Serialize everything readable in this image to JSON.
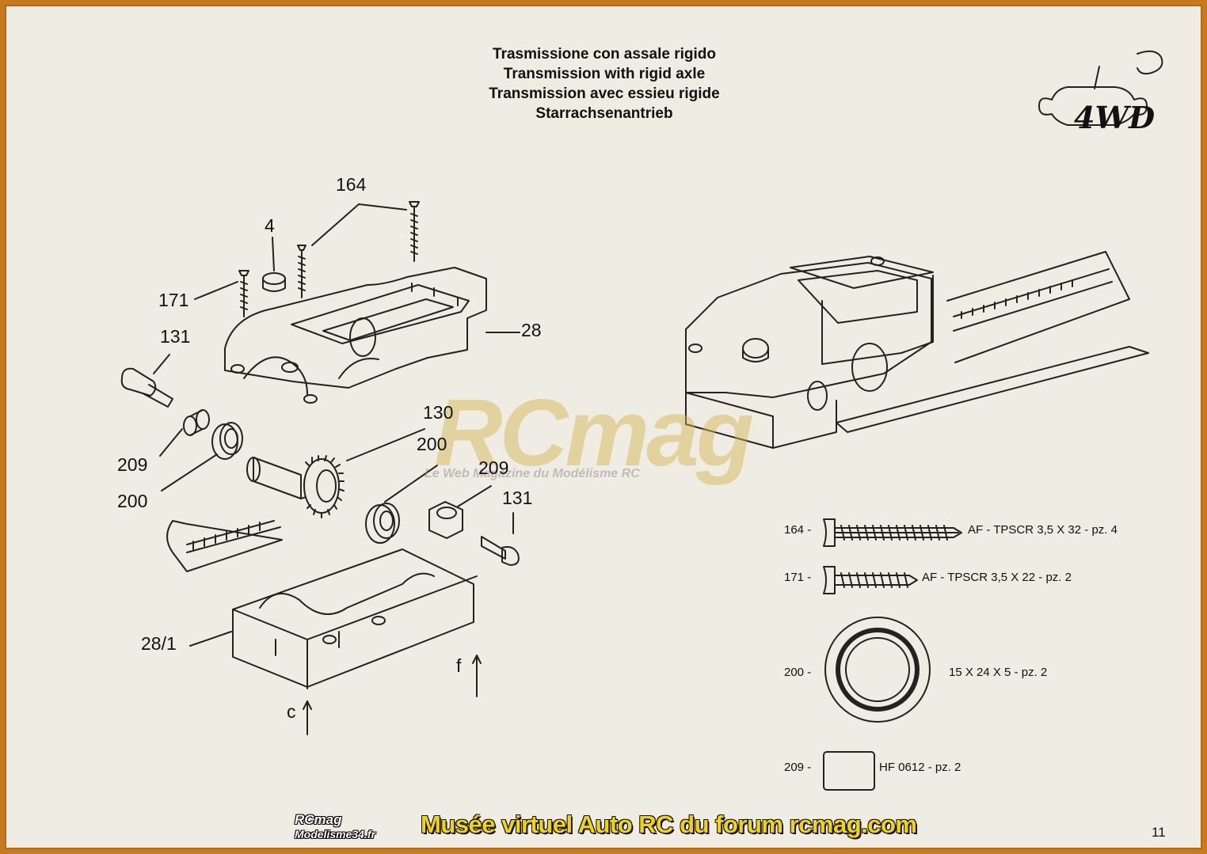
{
  "title": {
    "it": "Trasmissione con assale rigido",
    "en": "Transmission with rigid axle",
    "fr": "Transmission avec essieu rigide",
    "de": "Starrachsenantrieb"
  },
  "badge": {
    "text": "4WD"
  },
  "callouts": [
    {
      "id": "164",
      "label": "164"
    },
    {
      "id": "4",
      "label": "4"
    },
    {
      "id": "171",
      "label": "171"
    },
    {
      "id": "131a",
      "label": "131"
    },
    {
      "id": "28",
      "label": "28"
    },
    {
      "id": "130",
      "label": "130"
    },
    {
      "id": "200a",
      "label": "200"
    },
    {
      "id": "209a",
      "label": "209"
    },
    {
      "id": "209b",
      "label": "209"
    },
    {
      "id": "131b",
      "label": "131"
    },
    {
      "id": "200b",
      "label": "200"
    },
    {
      "id": "281",
      "label": "28/1"
    },
    {
      "id": "f",
      "label": "f"
    },
    {
      "id": "c",
      "label": "c"
    }
  ],
  "legend": [
    {
      "num": "164 -",
      "desc": "AF - TPSCR 3,5 X 32 - pz. 4",
      "icon": "long-screw-icon"
    },
    {
      "num": "171 -",
      "desc": "AF - TPSCR 3,5 X 22 - pz. 2",
      "icon": "short-screw-icon"
    },
    {
      "num": "200 -",
      "desc": "15 X 24 X 5 - pz. 2",
      "icon": "bearing-icon"
    },
    {
      "num": "209 -",
      "desc": "HF 0612 - pz. 2",
      "icon": "bushing-icon"
    }
  ],
  "page_number": "11",
  "footer": {
    "text": "Musée virtuel Auto RC du forum rcmag.com",
    "logo_line1": "RCmag",
    "logo_line2": "Modelisme34.fr"
  },
  "watermark": {
    "logo": "RCmag",
    "tagline": "Le Web Magazine du Modélisme RC"
  },
  "colors": {
    "border": "#c77a1e",
    "paper": "#efece3",
    "footer_text": "#f2d40a",
    "ink": "#111111"
  }
}
